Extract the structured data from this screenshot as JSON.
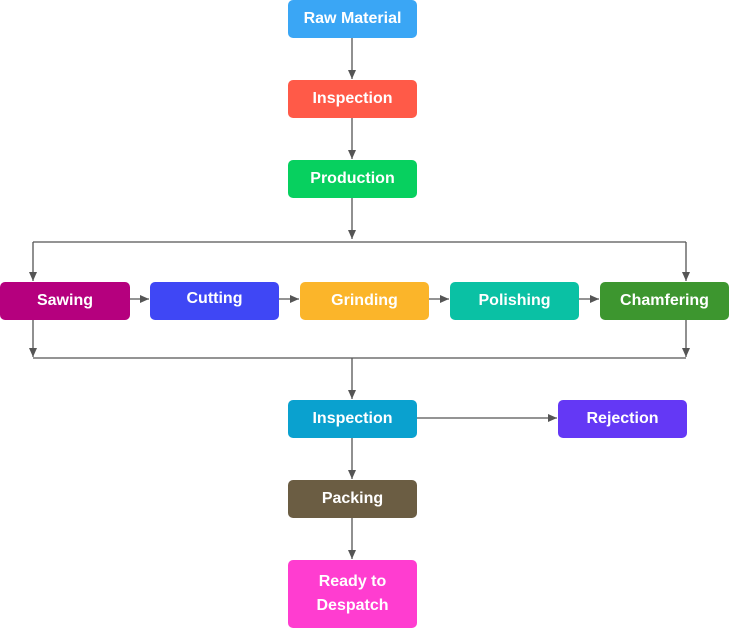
{
  "nodes": {
    "raw_material": {
      "label": "Raw Material",
      "color": "#3aa6f5"
    },
    "inspection_1": {
      "label": "Inspection",
      "color": "#ff5a48"
    },
    "production": {
      "label": "Production",
      "color": "#07d05f"
    },
    "sawing": {
      "label": "Sawing",
      "color": "#b5007e"
    },
    "cutting": {
      "label": "Cutting",
      "color": "#3f47f5"
    },
    "grinding": {
      "label": "Grinding",
      "color": "#fbb52a"
    },
    "polishing": {
      "label": "Polishing",
      "color": "#0ac1a4"
    },
    "chamfering": {
      "label": "Chamfering",
      "color": "#3d962f"
    },
    "inspection_2": {
      "label": "Inspection",
      "color": "#0aa1cf"
    },
    "rejection": {
      "label": "Rejection",
      "color": "#6438f5"
    },
    "packing": {
      "label": "Packing",
      "color": "#6b5d43"
    },
    "ready": {
      "label": "Ready to\nDespatch",
      "color": "#ff3dd0"
    }
  },
  "connector_color": "#555555"
}
